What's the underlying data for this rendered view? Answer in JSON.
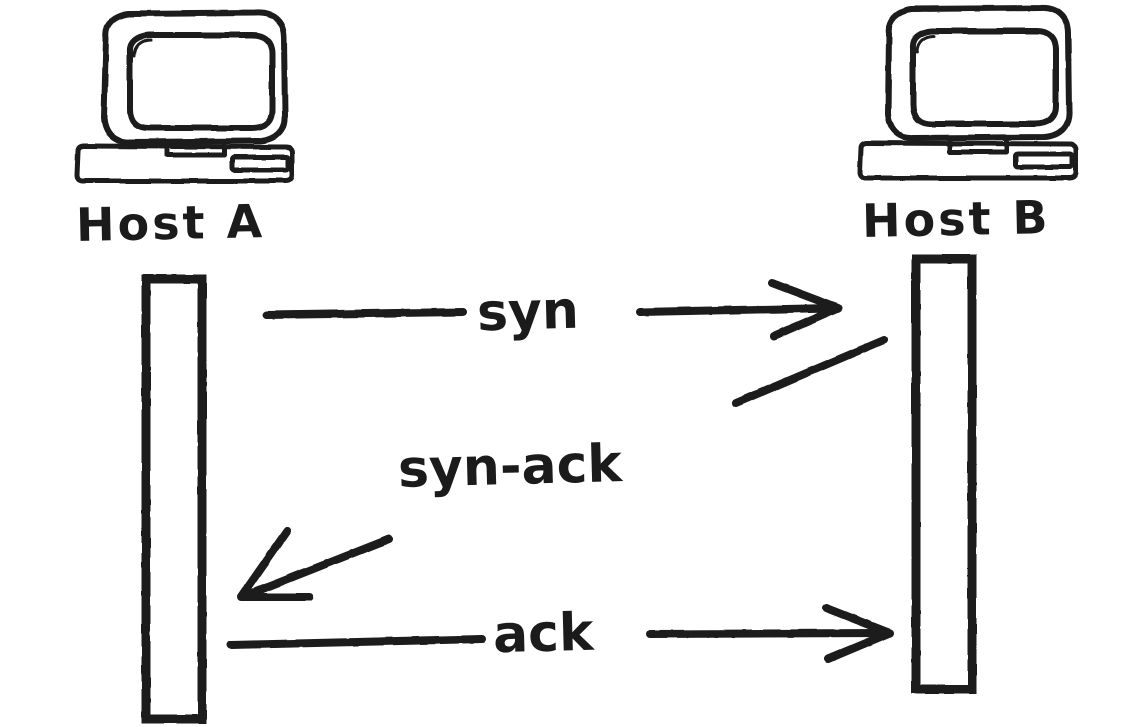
{
  "diagram": {
    "title": "TCP three-way handshake sequence diagram",
    "background_color": "#ffffff",
    "ink_color": "#1b1b1b"
  },
  "hosts": [
    {
      "id": "host-a",
      "label": "Host A",
      "icon": "desktop-computer-icon",
      "side": "left"
    },
    {
      "id": "host-b",
      "label": "Host B",
      "icon": "desktop-computer-icon",
      "side": "right"
    }
  ],
  "lifelines": [
    {
      "id": "lifeline-a",
      "owner": "Host A"
    },
    {
      "id": "lifeline-b",
      "owner": "Host B"
    }
  ],
  "messages": [
    {
      "id": "message-syn",
      "label": "syn",
      "from": "Host A",
      "to": "Host B",
      "direction": "right",
      "order": 1
    },
    {
      "id": "message-syn-ack",
      "label": "syn-ack",
      "from": "Host B",
      "to": "Host A",
      "direction": "left",
      "order": 2
    },
    {
      "id": "message-ack",
      "label": "ack",
      "from": "Host A",
      "to": "Host B",
      "direction": "right",
      "order": 3
    }
  ]
}
